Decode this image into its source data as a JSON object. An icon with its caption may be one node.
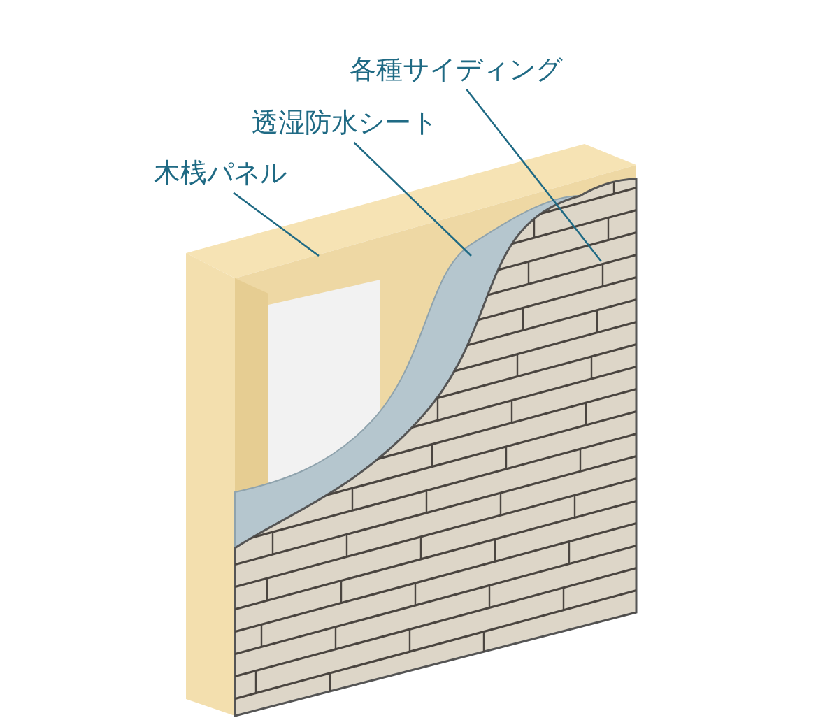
{
  "diagram": {
    "nodes": [
      {
        "text": [
          "木桟パネル"
        ]
      },
      {
        "text": [
          "透湿防水シート"
        ]
      },
      {
        "text": [
          "各種サイディング"
        ]
      },
      {
        "text": [],
        "shape": "picture"
      },
      {
        "text": [],
        "shape": "picture",
        "in": 3
      },
      {
        "text": [],
        "shape": "picture",
        "in": 3
      }
    ],
    "edges": [
      {
        "from": 0,
        "to": 3,
        "arrow": "none"
      },
      {
        "from": 1,
        "to": 4,
        "arrow": "none"
      },
      {
        "from": 2,
        "to": 5,
        "arrow": "none"
      }
    ]
  }
}
